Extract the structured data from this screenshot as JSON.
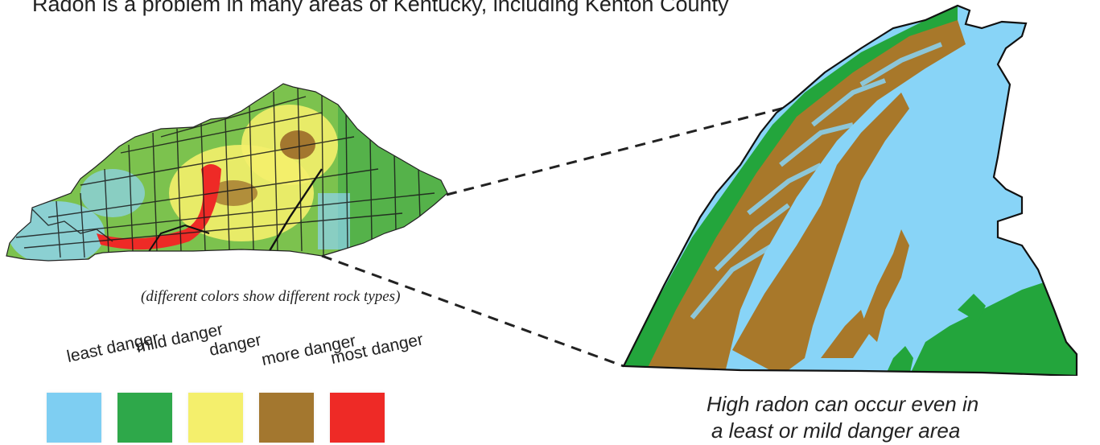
{
  "header": {
    "text": "Radon is a problem in many areas of Kentucky, including Kenton County"
  },
  "state_map": {
    "caption": "(different colors show different rock types)"
  },
  "legend": {
    "items": [
      {
        "label": "least danger",
        "color": "#7ecef2"
      },
      {
        "label": "mild danger",
        "color": "#2ea84a"
      },
      {
        "label": "danger",
        "color": "#f4ef6c"
      },
      {
        "label": "more danger",
        "color": "#a3772f"
      },
      {
        "label": "most danger",
        "color": "#ee2a26"
      }
    ]
  },
  "note": {
    "line1": "High radon can occur even in",
    "line2": "a least or mild danger area"
  },
  "colors": {
    "least": "#8fd3f4",
    "mild": "#2ea84a",
    "danger": "#f4ef6c",
    "more": "#a3772f",
    "most": "#ee2a26",
    "county_blue": "#88d4f7",
    "county_green": "#23a53c",
    "county_brown": "#a8782a"
  }
}
